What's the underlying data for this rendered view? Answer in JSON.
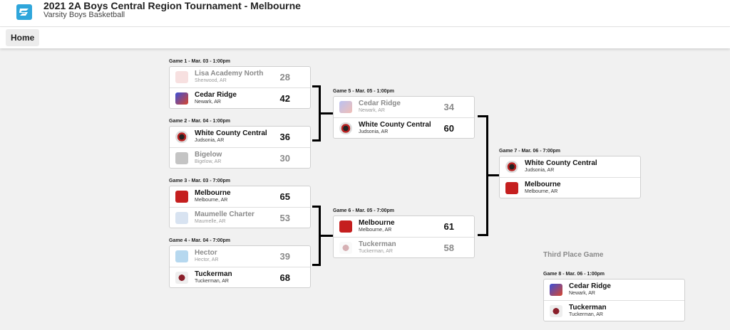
{
  "header": {
    "title": "2021 2A Boys Central Region Tournament - Melbourne",
    "subtitle": "Varsity Boys Basketball"
  },
  "nav": {
    "home_label": "Home"
  },
  "colors": {
    "logo_blue": "#2fa6db",
    "winner": "#111111",
    "loser": "#8a8a8a"
  },
  "games": {
    "g1": {
      "label": "Game 1 - Mar. 03 - 1:00pm",
      "top": {
        "name": "Lisa Academy North",
        "loc": "Sherwood, AR",
        "score": "28",
        "icon": "lisa-academy-logo-icon"
      },
      "bottom": {
        "name": "Cedar Ridge",
        "loc": "Newark, AR",
        "score": "42",
        "icon": "cedar-ridge-logo-icon"
      }
    },
    "g2": {
      "label": "Game 2 - Mar. 04 - 1:00pm",
      "top": {
        "name": "White County Central",
        "loc": "Judsonia, AR",
        "score": "36",
        "icon": "white-county-central-logo-icon"
      },
      "bottom": {
        "name": "Bigelow",
        "loc": "Bigelow, AR",
        "score": "30",
        "icon": "bigelow-logo-icon"
      }
    },
    "g3": {
      "label": "Game 3 - Mar. 03 - 7:00pm",
      "top": {
        "name": "Melbourne",
        "loc": "Melbourne, AR",
        "score": "65",
        "icon": "melbourne-logo-icon"
      },
      "bottom": {
        "name": "Maumelle Charter",
        "loc": "Maumelle, AR",
        "score": "53",
        "icon": "maumelle-charter-logo-icon"
      }
    },
    "g4": {
      "label": "Game 4 - Mar. 04 - 7:00pm",
      "top": {
        "name": "Hector",
        "loc": "Hector, AR",
        "score": "39",
        "icon": "hector-logo-icon"
      },
      "bottom": {
        "name": "Tuckerman",
        "loc": "Tuckerman, AR",
        "score": "68",
        "icon": "tuckerman-logo-icon"
      }
    },
    "g5": {
      "label": "Game 5 - Mar. 05 - 1:00pm",
      "top": {
        "name": "Cedar Ridge",
        "loc": "Newark, AR",
        "score": "34",
        "icon": "cedar-ridge-logo-icon"
      },
      "bottom": {
        "name": "White County Central",
        "loc": "Judsonia, AR",
        "score": "60",
        "icon": "white-county-central-logo-icon"
      }
    },
    "g6": {
      "label": "Game 6 - Mar. 05 - 7:00pm",
      "top": {
        "name": "Melbourne",
        "loc": "Melbourne, AR",
        "score": "61",
        "icon": "melbourne-logo-icon"
      },
      "bottom": {
        "name": "Tuckerman",
        "loc": "Tuckerman, AR",
        "score": "58",
        "icon": "tuckerman-logo-icon"
      }
    },
    "g7": {
      "label": "Game 7 - Mar. 06 - 7:00pm",
      "top": {
        "name": "White County Central",
        "loc": "Judsonia, AR",
        "score": "",
        "icon": "white-county-central-logo-icon"
      },
      "bottom": {
        "name": "Melbourne",
        "loc": "Melbourne, AR",
        "score": "",
        "icon": "melbourne-logo-icon"
      }
    },
    "g8": {
      "label": "Game 8 - Mar. 06 - 1:00pm",
      "top": {
        "name": "Cedar Ridge",
        "loc": "Newark, AR",
        "score": "",
        "icon": "cedar-ridge-logo-icon"
      },
      "bottom": {
        "name": "Tuckerman",
        "loc": "Tuckerman, AR",
        "score": "",
        "icon": "tuckerman-logo-icon"
      }
    }
  },
  "third_place_label": "Third Place Game"
}
